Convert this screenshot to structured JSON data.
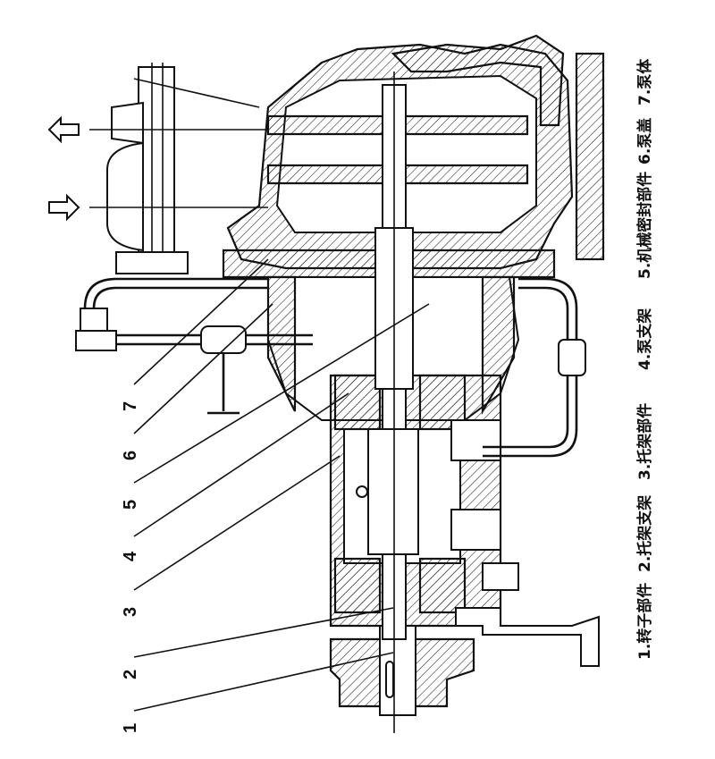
{
  "diagram": {
    "callout_numbers": [
      "1",
      "2",
      "3",
      "4",
      "5",
      "6",
      "7"
    ],
    "legend": [
      "1.转子部件",
      "2.托架支架",
      "3.托架部件",
      "4.泵支架",
      "5.机械密封部件",
      "6.泵盖",
      "7.泵体"
    ]
  }
}
